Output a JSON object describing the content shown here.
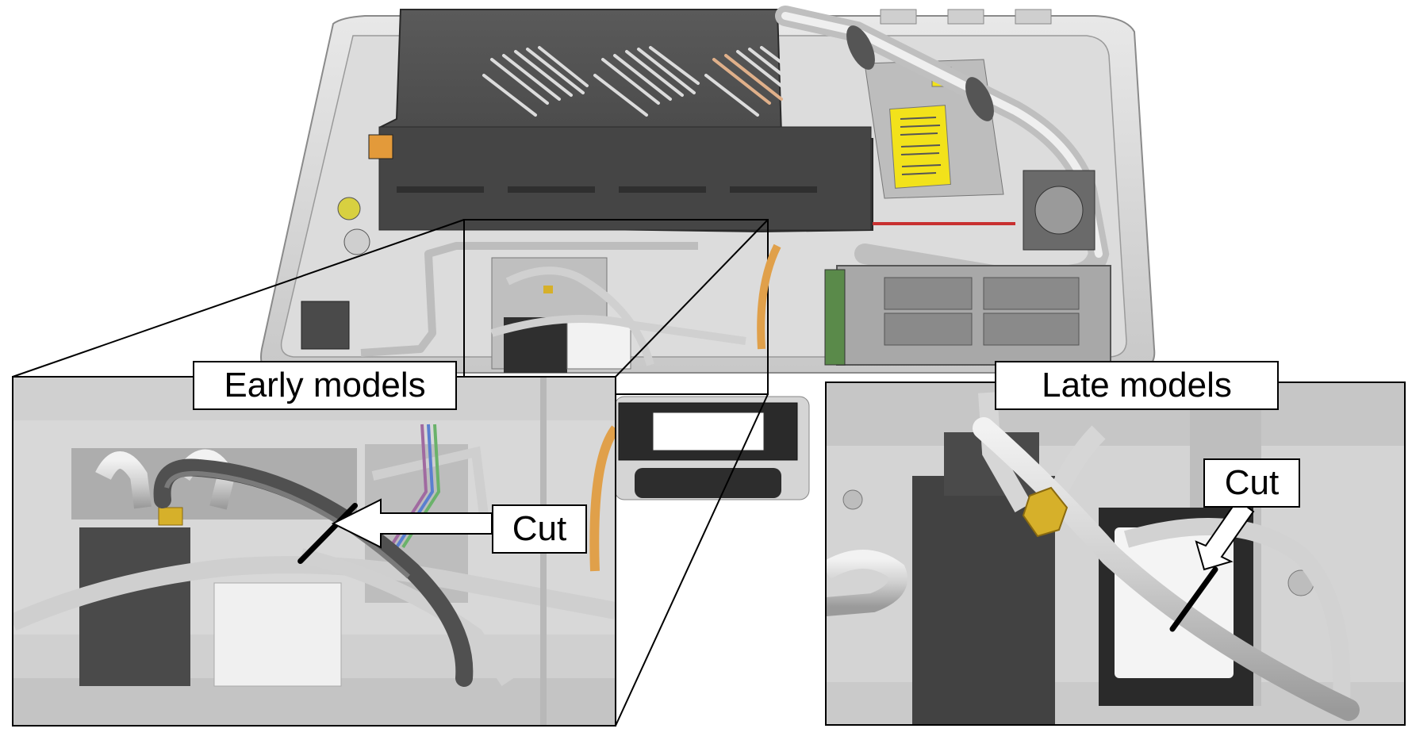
{
  "labels": {
    "early_models": "Early models",
    "late_models": "Late models",
    "cut_early": "Cut",
    "cut_late": "Cut"
  },
  "colors": {
    "case_light": "#d9d9d9",
    "case_mid": "#bdbdbd",
    "case_dark": "#8f8f8f",
    "cover_dark": "#4a4a4a",
    "block_dark": "#3a3a3a",
    "tube_light": "#d6d6d6",
    "tube_dark_cut": "#505050",
    "brass_fitting": "#d6b02a",
    "warning_label": "#f2e21b",
    "outline": "#000000"
  }
}
